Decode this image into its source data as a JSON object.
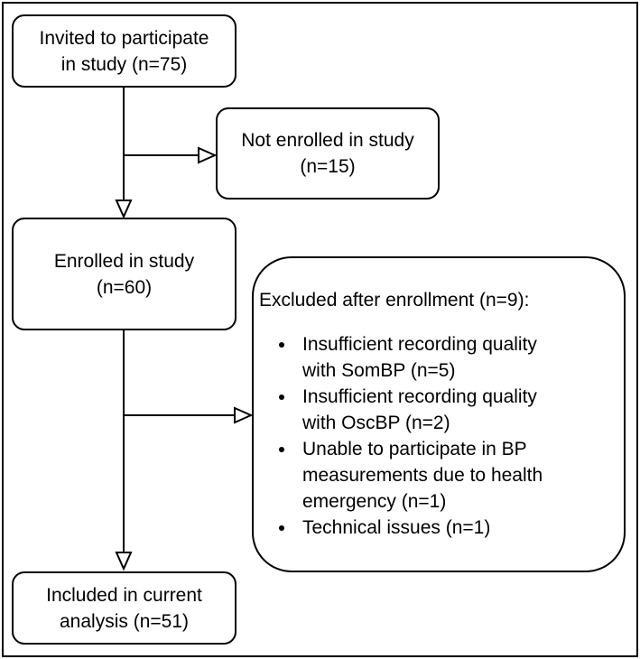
{
  "invited_box": {
    "lines": [
      "Invited to participate",
      "in study (n=75)"
    ]
  },
  "not_enrolled_box": {
    "lines": [
      "Not enrolled in study",
      "(n=15)"
    ]
  },
  "enrolled_box": {
    "lines": [
      "Enrolled in study",
      "(n=60)"
    ]
  },
  "excluded_box": {
    "title": "Excluded after enrollment (n=9):",
    "items": [
      {
        "lines": [
          "Insufficient recording quality",
          "with SomBP (n=5)"
        ]
      },
      {
        "lines": [
          "Insufficient recording quality",
          "with OscBP (n=2)"
        ]
      },
      {
        "lines": [
          "Unable to participate in BP",
          "measurements due to health",
          "emergency (n=1)"
        ]
      },
      {
        "lines": [
          "Technical issues (n=1)"
        ]
      }
    ]
  },
  "included_box": {
    "lines": [
      "Included in current",
      "analysis (n=51)"
    ]
  }
}
